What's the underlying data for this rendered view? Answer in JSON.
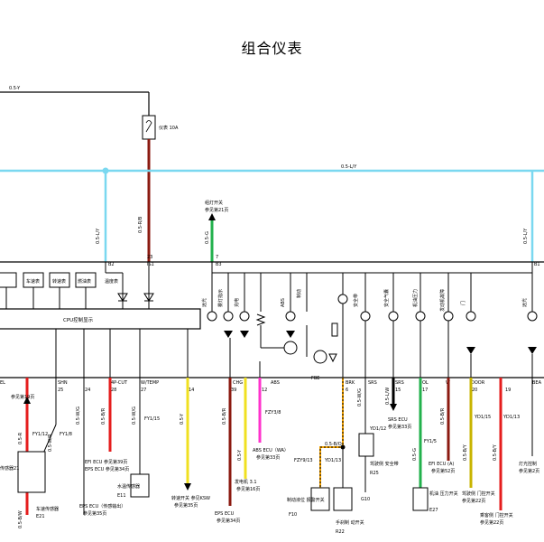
{
  "title": "组合仪表",
  "colors": {
    "green": "#22b14c",
    "dark_red": "#8b1a10",
    "red": "#e51d1d",
    "yellow": "#f0e020",
    "orange": "#f0a000",
    "pink": "#ff33cc",
    "light_blue": "#7ad8f0",
    "dark_yellow": "#c8b400",
    "grey_lines": "#555555"
  },
  "labels": {
    "top_wire": "0.5-Y",
    "fuse": "仪表 10A",
    "light_blue_wire": "0.5-L/Y",
    "left_vertical_wire": "0.5-L/Y",
    "red_vertical_wire": "0.5-R/B",
    "right_vertical_wire": "0.5-L/Y",
    "pin_b2": "B2",
    "pin_23": "23",
    "pin_is1": "IS1",
    "pin_7": "7",
    "pin_b3": "B3",
    "pin_b1": "B1",
    "green_wire": "0.5-G",
    "green_note_1": "组灯开关",
    "green_note_2": "参见第21页",
    "cpu": "CPU控制显示",
    "boxes": [
      "车速表",
      "转速表",
      "燃油表",
      "温度表"
    ],
    "ind_1": "远光",
    "ind_2": "雾灯指示",
    "ind_3": "充电",
    "ind_4": "ABS",
    "ind_5": "制动",
    "ind_6": "安全带",
    "ind_7": "安全气囊",
    "ind_8": "机油压力",
    "ind_9": "发动机故障",
    "ind_10": "门",
    "ind_11": "远光",
    "pins_bottom": [
      "EL",
      "SHN",
      "4P-CUT",
      "W/TEMP",
      "CHG",
      "ABS",
      "FBE",
      "BRK",
      "SRS",
      "SRS",
      "OL",
      "W",
      "DOOR",
      "BEA"
    ],
    "pin_nums": [
      "25",
      "24",
      "28",
      "27",
      "14",
      "39",
      "12",
      "6",
      "15",
      "17",
      "20",
      "19"
    ],
    "w1": "0.5-R",
    "w2": "0.5-W/R",
    "w3": "0.5-B/W",
    "w4": "0.5-W/G",
    "w5": "0.5-B/R",
    "w6": "0.5-W/G",
    "w7": "0.5-Y",
    "w8": "0.5-B/R",
    "w9": "0.5-Y",
    "w10": "0.5-B/O",
    "w11": "0.5-W/G",
    "w12": "0.5-L/W",
    "w13": "0.5-G",
    "w14": "0.5-B/R",
    "w15": "0.5-B/Y",
    "w16": "0.5-B/Y",
    "n_left_1": "参见第19页",
    "n_fy112": "FY1/12",
    "n_fy18": "FY1/8",
    "n_sensor": "车速传感器",
    "n_e21": "E21",
    "n_left_side": "传感器21",
    "n_ecu_1": "EFI ECU 参见第39页",
    "n_ecu_2": "EPS ECU 参见第34页",
    "n_ecu_3": "EPS ECU（传感输出）",
    "n_ecu_3b": "参见第35页",
    "n_fy115": "FY1/15",
    "n_water": "水温传感器",
    "n_e11": "E11",
    "n_ksw": "转速开关 参见KSW",
    "n_ksw_b": "参见第35页",
    "n_gen": "发电机 3.1",
    "n_gen_b": "参见第16页",
    "n_fzy": "FZY3/8",
    "n_abs_ecu": "ABS ECU（WA）",
    "n_abs_ecu_b": "参见第33页",
    "n_eps_ecu": "EPS ECU",
    "n_eps_ecu_b": "参见第34页",
    "n_fzy913": "FZY9/13",
    "n_yd113": "YD1/13",
    "n_brake_switch": "制动液位 报警开关",
    "n_f10": "F10",
    "n_hand_brake": "手刹制 动开关",
    "n_r22": "R22",
    "n_yd112": "YD1/12",
    "n_belt": "驾驶侧 安全带",
    "n_r25": "R25",
    "n_g10": "G10",
    "n_srs": "SRS ECU",
    "n_srs_b": "参见第33页",
    "n_fy15": "FY1/5",
    "n_oil": "机油 压力开关",
    "n_e27": "E27",
    "n_efi_ecu": "EFI ECU (A)",
    "n_efi_ecu_b": "参见第52页",
    "n_yd1015": "YD1/15",
    "n_yd113b": "YD1/13",
    "n_door1": "驾驶侧 门控开关",
    "n_door1_b": "参见第22页",
    "n_door2": "乘客侧 门控开关",
    "n_door2_b": "参见第22页",
    "n_light": "灯光控制",
    "n_light_b": "参见第2页"
  }
}
